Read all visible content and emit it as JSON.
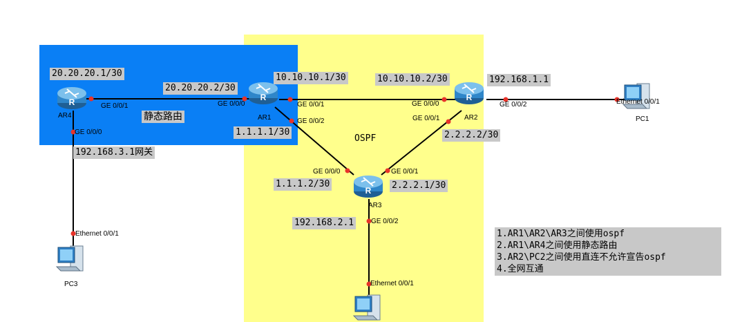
{
  "zones": {
    "static_label": "静态路由",
    "ospf_label": "OSPF"
  },
  "devices": {
    "ar1": "AR1",
    "ar2": "AR2",
    "ar3": "AR3",
    "ar4": "AR4",
    "pc1": "PC1",
    "pc3": "PC3"
  },
  "ports": {
    "ar4_ge001": "GE 0/0/1",
    "ar4_ge000": "GE 0/0/0",
    "ar1_ge000": "GE 0/0/0",
    "ar1_ge001": "GE 0/0/1",
    "ar1_ge002": "GE 0/0/2",
    "ar2_ge000": "GE 0/0/0",
    "ar2_ge001": "GE 0/0/1",
    "ar2_ge002": "GE 0/0/2",
    "ar3_ge000": "GE 0/0/0",
    "ar3_ge001": "GE 0/0/1",
    "ar3_ge002": "GE 0/0/2",
    "pc1_eth": "Ethernet 0/0/1",
    "pc3_eth": "Ethernet 0/0/1",
    "pc2_eth": "Ethernet 0/0/1"
  },
  "addresses": {
    "ar4_wan": "20.20.20.1/30",
    "ar1_to_ar4": "20.20.20.2/30",
    "ar1_to_ar2": "10.10.10.1/30",
    "ar2_to_ar1": "10.10.10.2/30",
    "ar2_lan": "192.168.1.1",
    "ar1_to_ar3": "1.1.1.1/30",
    "ar3_to_ar1": "1.1.1.2/30",
    "ar2_to_ar3": "2.2.2.2/30",
    "ar3_to_ar2": "2.2.2.1/30",
    "ar3_lan": "192.168.2.1",
    "ar4_lan": "192.168.3.1网关"
  },
  "notes": [
    "1.AR1\\AR2\\AR3之间使用ospf",
    "2.AR1\\AR4之间使用静态路由",
    "3.AR2\\PC2之间使用直连不允许宣告ospf",
    "4.全网互通"
  ],
  "colors": {
    "ospf_zone": "#ffff8c",
    "static_zone": "#0a7ff5",
    "port_dot": "#e8332a",
    "router": "#2f86c9"
  }
}
